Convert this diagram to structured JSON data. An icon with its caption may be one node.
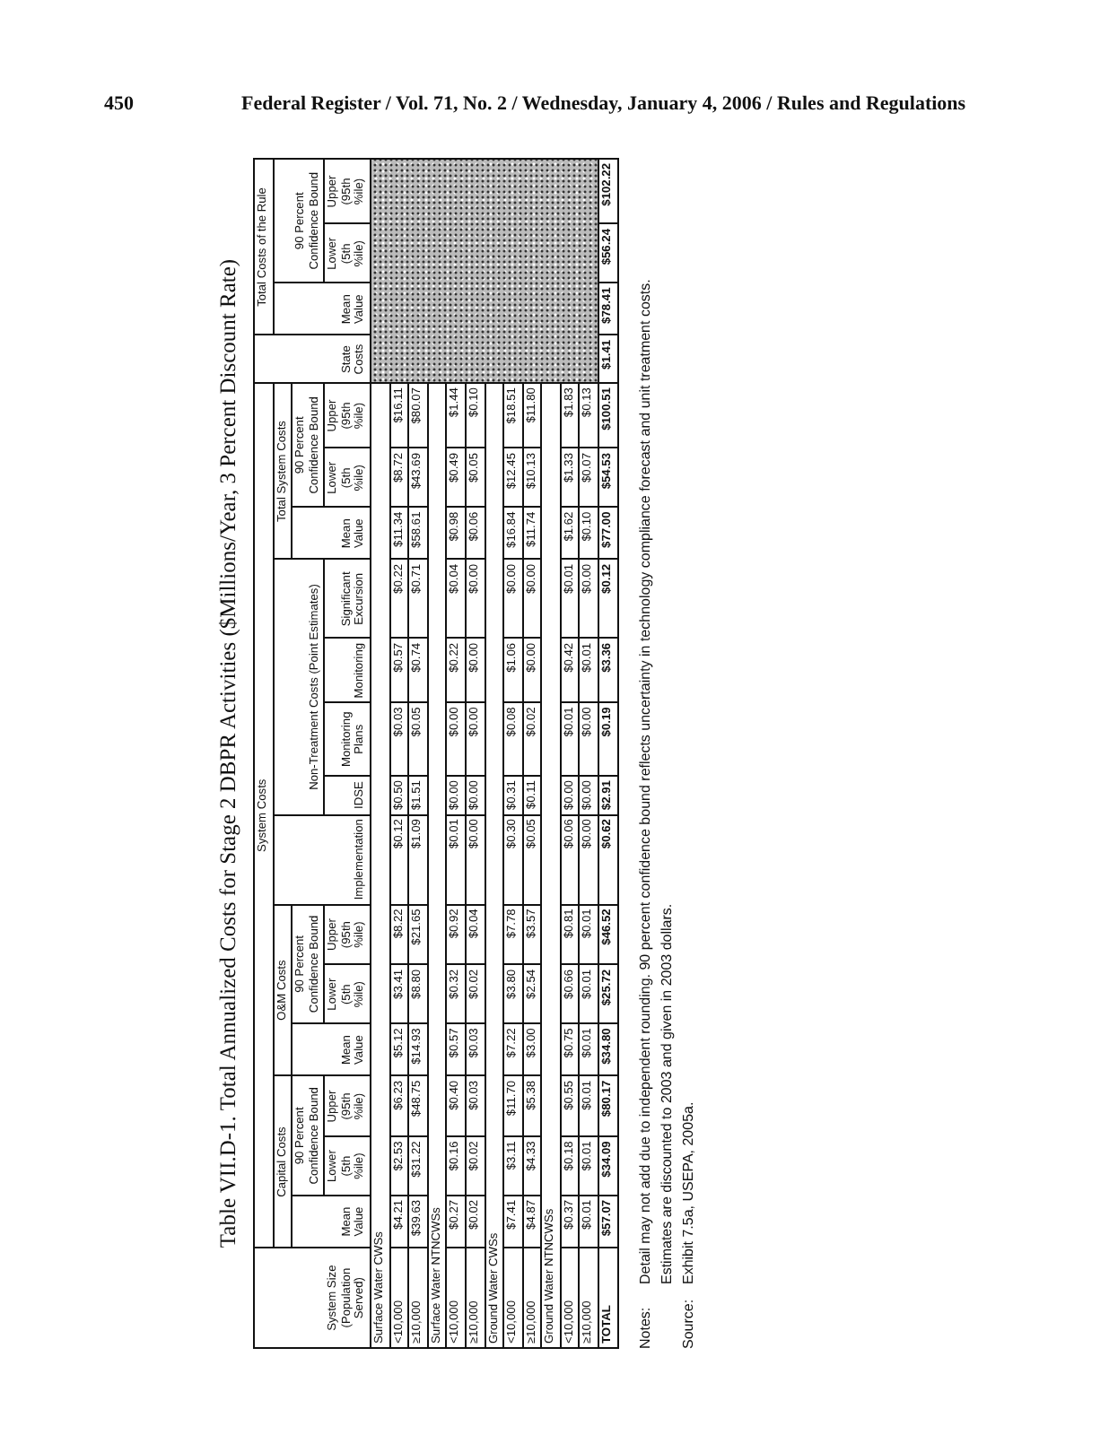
{
  "diagram": {
    "title": "Table VII.D-1. Total Annualized Costs for Stage 2 DBPR Activities ($Millions/Year, 3 Percent Discount Rate)",
    "labels": [
      "450",
      "Federal Register / Vol. 71, No. 2 / Wednesday, January 4, 2006 / Rules and Regulations",
      "System Size (Population Served)",
      "System Costs",
      "State Costs",
      "Total Costs of the Rule",
      "Capital Costs",
      "O&M Costs",
      "Implementation",
      "Non-Treatment Costs (Point Estimates)",
      "Total System Costs",
      "Mean Value",
      "90 Percent Confidence Bound",
      "Mean Value",
      "90 Percent Confidence Bound",
      "Mean Value",
      "90 Percent Confidence Bound",
      "Mean Value",
      "90 Percent Confidence Bound",
      "Lower (5th %ile)",
      "Upper (95th %ile)",
      "Lower (5th %ile)",
      "Upper (95th %ile)",
      "IDSE",
      "Monitoring Plans",
      "Monitoring",
      "Significant Excursion",
      "Lower (5th %ile)",
      "Upper (95th %ile)",
      "Lower (5th %ile)",
      "Upper (95th %ile)",
      "Surface Water CWSs",
      "<10,000",
      "$4.21",
      "$2.53",
      "$6.23",
      "$5.12",
      "$3.41",
      "$8.22",
      "$0.12",
      "$0.50",
      "$0.03",
      "$0.57",
      "$0.22",
      "$11.34",
      "$8.72",
      "$16.11",
      "≥10,000",
      "$39.63",
      "$31.22",
      "$48.75",
      "$14.93",
      "$8.80",
      "$21.65",
      "$1.09",
      "$1.51",
      "$0.05",
      "$0.74",
      "$0.71",
      "$58.61",
      "$43.69",
      "$80.07",
      "Surface Water NTNCWSs",
      "<10,000",
      "$0.27",
      "$0.16",
      "$0.40",
      "$0.57",
      "$0.32",
      "$0.92",
      "$0.01",
      "$0.00",
      "$0.00",
      "$0.22",
      "$0.04",
      "$0.98",
      "$0.49",
      "$1.44",
      "≥10,000",
      "$0.02",
      "$0.02",
      "$0.03",
      "$0.03",
      "$0.02",
      "$0.04",
      "$0.00",
      "$0.00",
      "$0.00",
      "$0.00",
      "$0.00",
      "$0.06",
      "$0.05",
      "$0.10",
      "Ground Water CWSs",
      "<10,000",
      "$7.41",
      "$3.11",
      "$11.70",
      "$7.22",
      "$3.80",
      "$7.78",
      "$0.30",
      "$0.31",
      "$0.08",
      "$1.06",
      "$0.00",
      "$16.84",
      "$12.45",
      "$18.51",
      "≥10,000",
      "$4.87",
      "$4.33",
      "$5.38",
      "$3.00",
      "$2.54",
      "$3.57",
      "$0.05",
      "$0.11",
      "$0.02",
      "$0.00",
      "$0.00",
      "$11.74",
      "$10.13",
      "$11.80",
      "Ground Water NTNCWSs",
      "<10,000",
      "$0.37",
      "$0.18",
      "$0.55",
      "$0.75",
      "$0.66",
      "$0.81",
      "$0.06",
      "$0.00",
      "$0.01",
      "$0.42",
      "$0.01",
      "$1.62",
      "$1.33",
      "$1.83",
      "≥10,000",
      "$0.01",
      "$0.01",
      "$0.01",
      "$0.01",
      "$0.01",
      "$0.01",
      "$0.00",
      "$0.00",
      "$0.00",
      "$0.01",
      "$0.00",
      "$0.10",
      "$0.07",
      "$0.13",
      "TOTAL",
      "$57.07",
      "$34.09",
      "$80.17",
      "$34.80",
      "$25.72",
      "$46.52",
      "$0.62",
      "$2.91",
      "$0.19",
      "$3.36",
      "$0.12",
      "$77.00",
      "$54.53",
      "$100.51",
      "$1.41",
      "$78.41",
      "$56.24",
      "$102.22",
      "Notes:",
      "Detail may not add due to independent rounding. 90 percent confidence bound reflects uncertainty in technology compliance forecast and unit treatment costs.",
      "Estimates are discounted to 2003 and given in 2003 dollars.",
      "Source:",
      "Exhibit 7.5a, USEPA, 2005a."
    ]
  }
}
